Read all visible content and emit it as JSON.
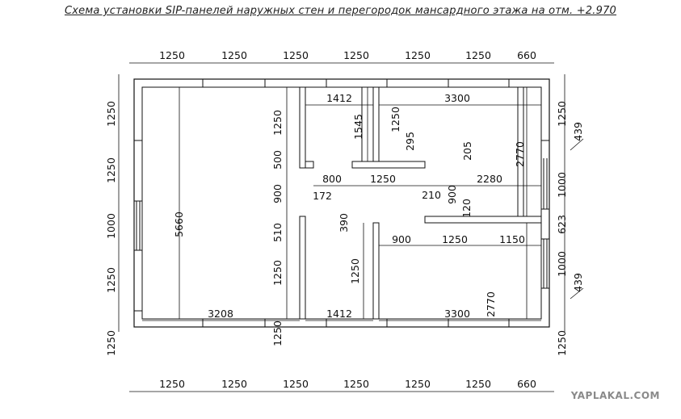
{
  "title": "Схема установки SIP-панелей наружных стен и перегородок мансардного этажа на отм. +2.970",
  "top_dims": [
    "1250",
    "1250",
    "1250",
    "1250",
    "1250",
    "1250",
    "660"
  ],
  "bottom_dims": [
    "1250",
    "1250",
    "1250",
    "1250",
    "1250",
    "1250",
    "660"
  ],
  "left_dims": [
    "1250",
    "1250",
    "1000",
    "1250",
    "1250"
  ],
  "right_dims": [
    "1250",
    "1000",
    "623",
    "1000",
    "1250"
  ],
  "right_small": [
    "439",
    "439"
  ],
  "inner": {
    "d5660": "5660",
    "d3208": "3208",
    "d1412a": "1412",
    "d1412b": "1412",
    "d3300a": "3300",
    "d3300b": "3300",
    "d2770a": "2770",
    "d2770b": "2770",
    "d1545": "1545",
    "d1250v1": "1250",
    "d295": "295",
    "d205": "205",
    "d800": "800",
    "d1250h1": "1250",
    "d2280": "2280",
    "d172": "172",
    "d210": "210",
    "d900v1": "900",
    "d120": "120",
    "d390": "390",
    "d900h": "900",
    "d1250h2": "1250",
    "d1150": "1150",
    "d1250v2": "1250",
    "d500": "500",
    "d900v2": "900",
    "d510": "510",
    "d1250v3": "1250",
    "d1250v4": "1250",
    "d1250v5": "1250"
  },
  "watermark": "YAPLAKAL.COM"
}
